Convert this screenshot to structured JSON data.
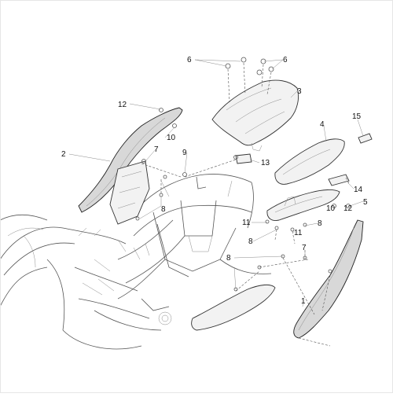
{
  "labels": [
    {
      "id": "callout-6-left",
      "text": "6"
    },
    {
      "id": "callout-6-right",
      "text": "6"
    },
    {
      "id": "callout-3",
      "text": "3"
    },
    {
      "id": "callout-12-left",
      "text": "12"
    },
    {
      "id": "callout-10-left",
      "text": "10"
    },
    {
      "id": "callout-7-left",
      "text": "7"
    },
    {
      "id": "callout-2",
      "text": "2"
    },
    {
      "id": "callout-9",
      "text": "9"
    },
    {
      "id": "callout-13",
      "text": "13"
    },
    {
      "id": "callout-8-left",
      "text": "8"
    },
    {
      "id": "callout-4",
      "text": "4"
    },
    {
      "id": "callout-15",
      "text": "15"
    },
    {
      "id": "callout-14",
      "text": "14"
    },
    {
      "id": "callout-5",
      "text": "5"
    },
    {
      "id": "callout-10-right",
      "text": "10"
    },
    {
      "id": "callout-12-right",
      "text": "12"
    },
    {
      "id": "callout-11-top",
      "text": "11"
    },
    {
      "id": "callout-8-mid",
      "text": "8"
    },
    {
      "id": "callout-11-bottom",
      "text": "11"
    },
    {
      "id": "callout-8-lower",
      "text": "8"
    },
    {
      "id": "callout-7-right",
      "text": "7"
    },
    {
      "id": "callout-8-bottom",
      "text": "8"
    },
    {
      "id": "callout-1",
      "text": "1"
    }
  ]
}
